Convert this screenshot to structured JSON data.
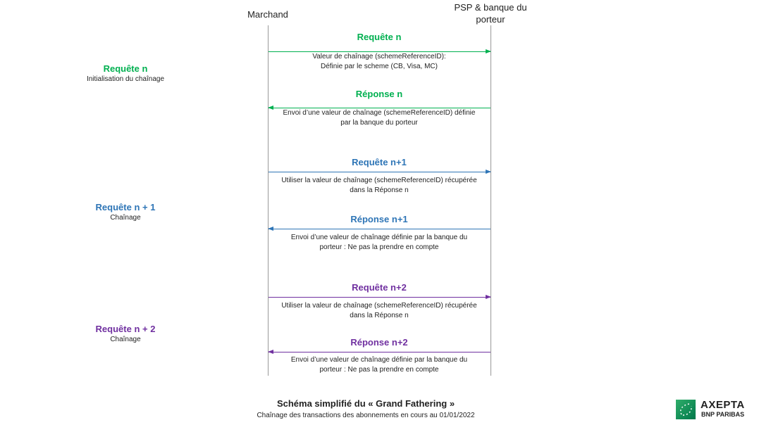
{
  "participants": {
    "left": "Marchand",
    "right_line1": "PSP & banque du",
    "right_line2": "porteur"
  },
  "colors": {
    "green": "#00b050",
    "blue": "#2e75b6",
    "purple": "#7030a0"
  },
  "messages": [
    {
      "label": "Requête n",
      "direction": "right",
      "desc1": "Valeur de chaînage (schemeReferenceID):",
      "desc2": "Définie par le scheme (CB, Visa, MC)"
    },
    {
      "label": "Réponse n",
      "direction": "left",
      "desc1": "Envoi d’une valeur de chaînage (schemeReferenceID) définie",
      "desc2": "par la banque du porteur"
    },
    {
      "label": "Requête n+1",
      "direction": "right",
      "desc1": "Utiliser la valeur de chaînage (schemeReferenceID) récupérée",
      "desc2": "dans la Réponse n"
    },
    {
      "label": "Réponse n+1",
      "direction": "left",
      "desc1": "Envoi d’une valeur de chaînage définie par la banque du",
      "desc2": "porteur : Ne pas la prendre en compte"
    },
    {
      "label": "Requête n+2",
      "direction": "right",
      "desc1": "Utiliser la valeur de chaînage (schemeReferenceID) récupérée",
      "desc2": "dans la Réponse n"
    },
    {
      "label": "Réponse n+2",
      "direction": "left",
      "desc1": "Envoi d’une valeur de chaînage définie par la banque du",
      "desc2": "porteur : Ne pas la prendre en compte"
    }
  ],
  "phases": [
    {
      "title": "Requête n",
      "subtitle": "Initialisation du chaînage"
    },
    {
      "title": "Requête n + 1",
      "subtitle": "Chaînage"
    },
    {
      "title": "Requête n + 2",
      "subtitle": "Chaînage"
    }
  ],
  "footer": {
    "title": "Schéma simplifié du « Grand Fathering »",
    "subtitle": "Chaînage des transactions des abonnements en cours au 01/01/2022"
  },
  "logo": {
    "name": "AXEPTA",
    "sub": "BNP PARIBAS"
  }
}
